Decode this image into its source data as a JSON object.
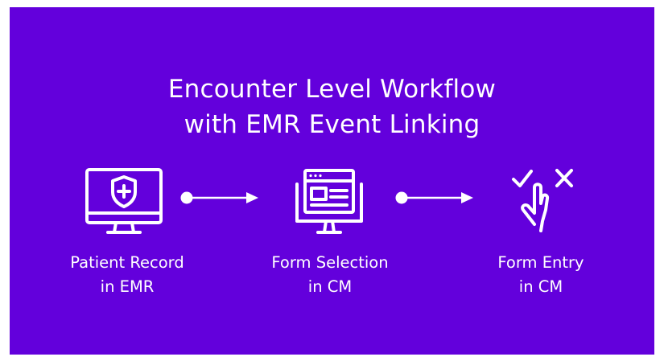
{
  "title": {
    "line1": "Encounter Level Workflow",
    "line2": "with EMR Event Linking"
  },
  "colors": {
    "background": "#6300dc",
    "foreground": "#ffffff"
  },
  "steps": [
    {
      "icon": "monitor-shield-plus-icon",
      "line1": "Patient Record",
      "line2": "in EMR"
    },
    {
      "icon": "monitor-browser-form-icon",
      "line1": "Form Selection",
      "line2": "in CM"
    },
    {
      "icon": "hand-check-cross-icon",
      "line1": "Form Entry",
      "line2": "in CM"
    }
  ]
}
